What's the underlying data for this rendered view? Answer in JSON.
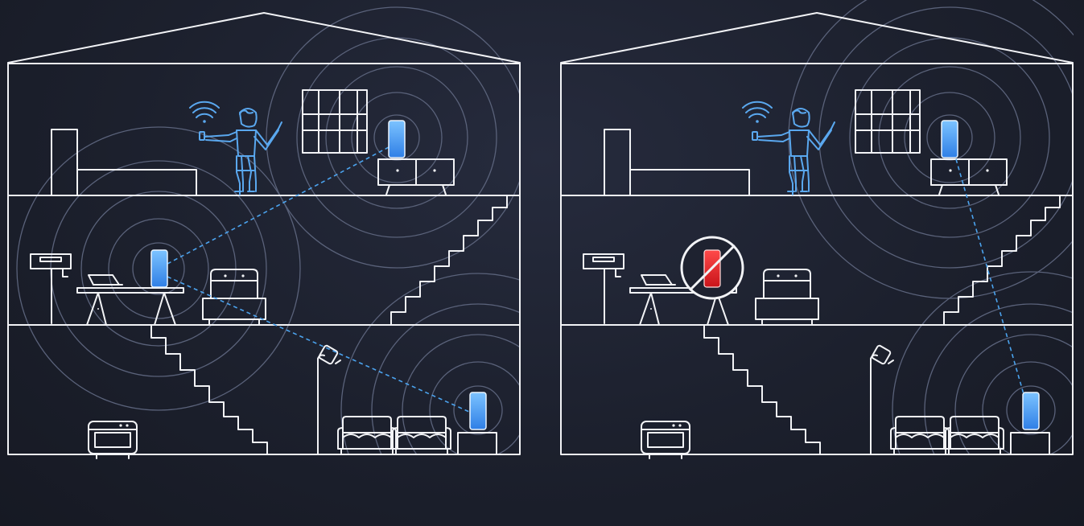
{
  "scenes": [
    {
      "id": "left",
      "nodes": [
        {
          "floor": "top",
          "status": "online"
        },
        {
          "floor": "middle",
          "status": "online"
        },
        {
          "floor": "bottom",
          "status": "online"
        }
      ]
    },
    {
      "id": "right",
      "nodes": [
        {
          "floor": "top",
          "status": "online"
        },
        {
          "floor": "middle",
          "status": "failed"
        },
        {
          "floor": "bottom",
          "status": "online"
        }
      ]
    }
  ],
  "colors": {
    "background": "#1c202d",
    "line": "#f2f3f6",
    "node_blue": "#4a9ff0",
    "node_red": "#e8282d",
    "signal_ring": "#5a627a",
    "link": "#4ba3ee",
    "person": "#5aa8ef"
  },
  "icons": [
    "router-node-icon",
    "wifi-icon",
    "person-icon",
    "blocked-icon"
  ]
}
